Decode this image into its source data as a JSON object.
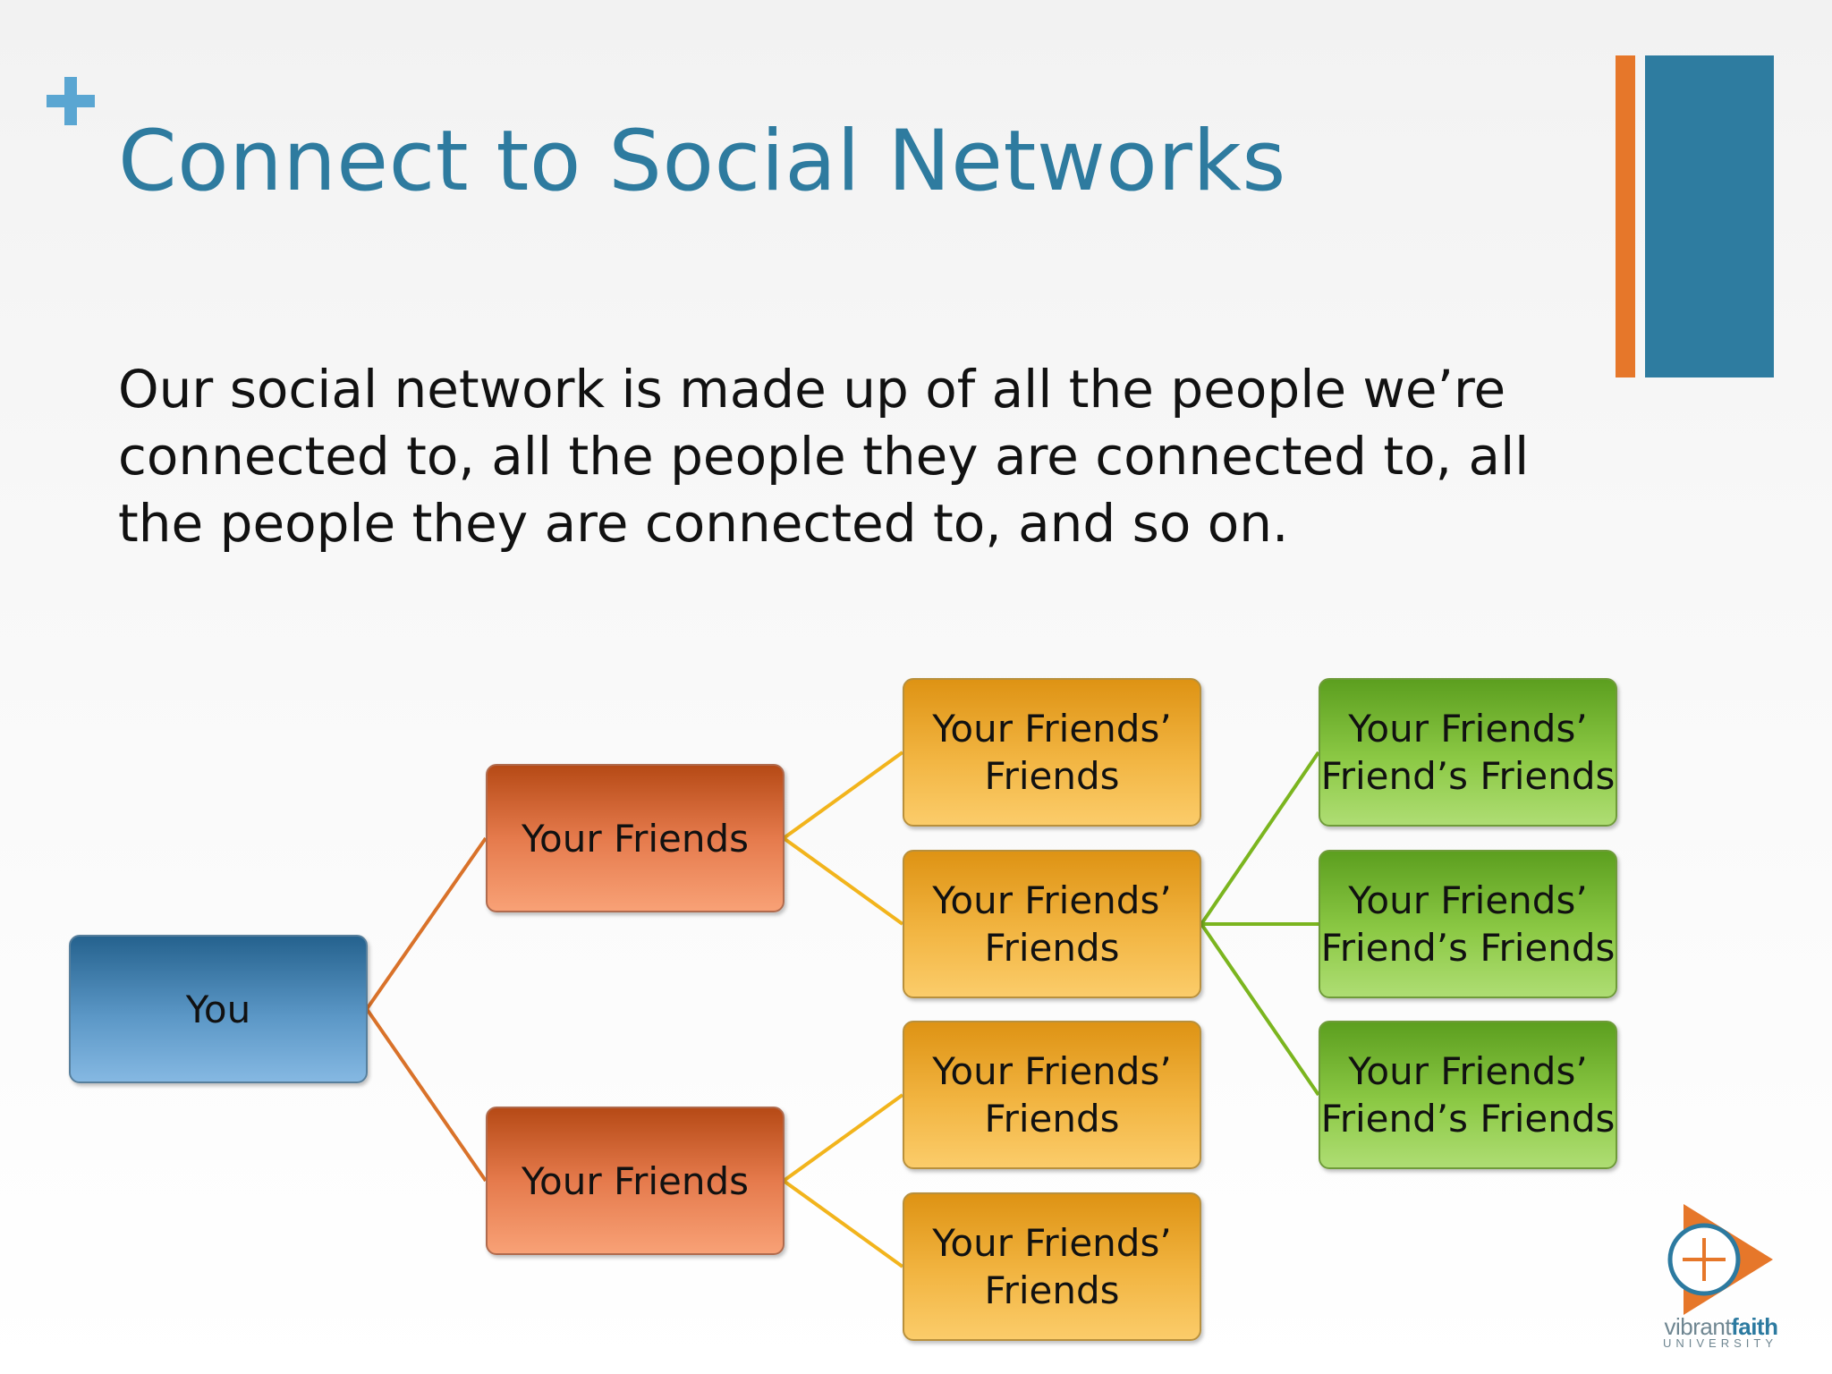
{
  "slide": {
    "title": "Connect to Social Networks",
    "body": "Our social network is made up of all the people we’re connected to, all the people they are connected to, all the people they are connected to, and so on."
  },
  "diagram": {
    "root": "You",
    "friends": [
      "Your Friends",
      "Your Friends"
    ],
    "friends_of_friends": [
      "Your Friends’\nFriends",
      "Your Friends’\nFriends",
      "Your Friends’\nFriends",
      "Your Friends’\nFriends"
    ],
    "third_level": [
      "Your Friends’\nFriend’s Friends",
      "Your Friends’\nFriend’s Friends",
      "Your Friends’\nFriend’s Friends"
    ]
  },
  "logo": {
    "word1": "vibrant",
    "word2": "faith",
    "sub": "UNIVERSITY"
  },
  "colors": {
    "title": "#2e7b9f",
    "accent_orange": "#e6772a",
    "accent_blue": "#2e7ca0",
    "link_orange": "#d9722a",
    "link_yellow": "#f2b41c",
    "link_green": "#7bb51f"
  }
}
